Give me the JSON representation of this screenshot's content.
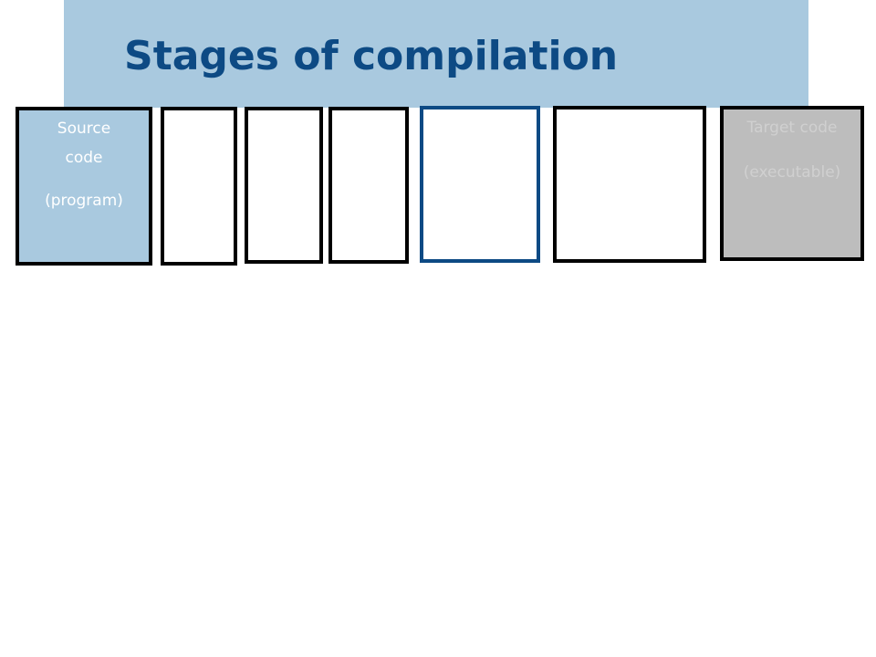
{
  "slide": {
    "title": "Stages of compilation"
  },
  "colors": {
    "title_band": "#a9c9df",
    "title_text": "#0d4a84",
    "source_fill": "#a9c9df",
    "target_fill": "#bdbdbd",
    "box_border": "#000000",
    "highlight_border": "#0d4a84"
  },
  "diagram": {
    "source": {
      "line1": "Source",
      "line2": "code",
      "line3": "(program)"
    },
    "target": {
      "line1": "Target code",
      "line2": "(executable)"
    }
  }
}
